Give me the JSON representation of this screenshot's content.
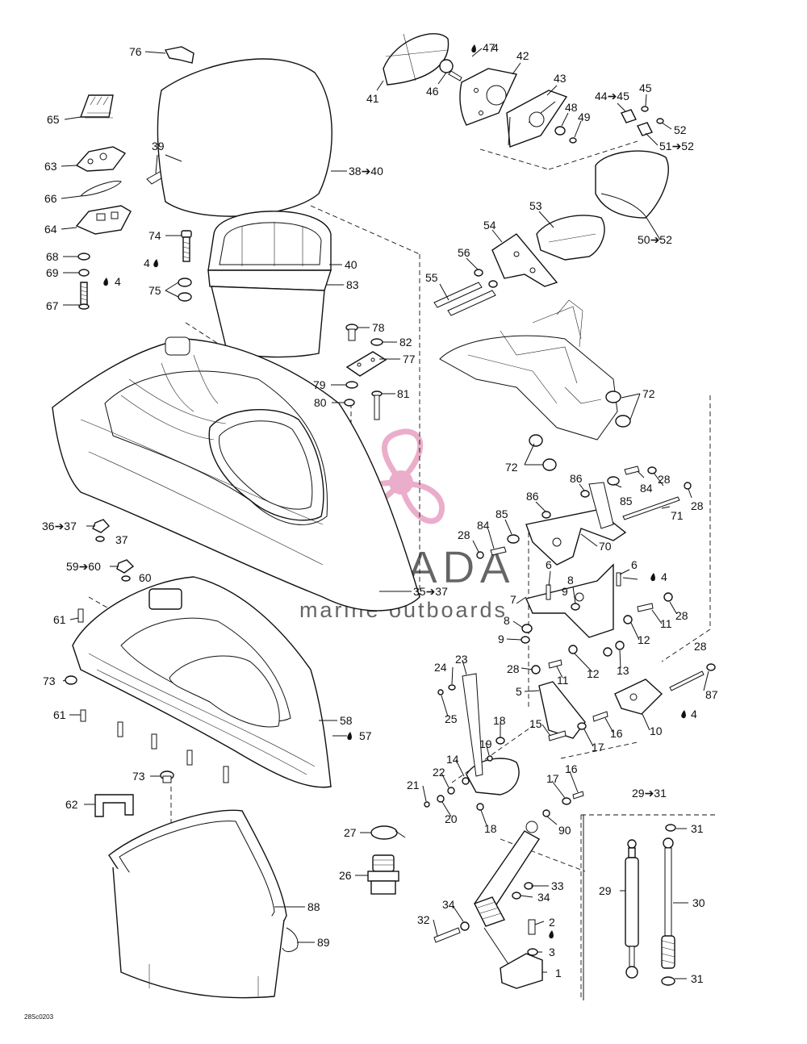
{
  "document": {
    "code": "28Sc0203"
  },
  "watermark": {
    "brand": "ARMADA",
    "tagline": "marine outboards",
    "color": "#e8a6c6",
    "text_color": "#555555"
  },
  "callouts": [
    {
      "id": "c1",
      "text": "1"
    },
    {
      "id": "c2",
      "text": "2"
    },
    {
      "id": "c3",
      "text": "3"
    },
    {
      "id": "c4a",
      "text": "4"
    },
    {
      "id": "c4b",
      "text": "4"
    },
    {
      "id": "c4c",
      "text": "4"
    },
    {
      "id": "c4d",
      "text": "4"
    },
    {
      "id": "c4e",
      "text": "4"
    },
    {
      "id": "c5",
      "text": "5"
    },
    {
      "id": "c6a",
      "text": "6"
    },
    {
      "id": "c6b",
      "text": "6"
    },
    {
      "id": "c7",
      "text": "7"
    },
    {
      "id": "c8a",
      "text": "8"
    },
    {
      "id": "c8b",
      "text": "8"
    },
    {
      "id": "c9a",
      "text": "9"
    },
    {
      "id": "c9b",
      "text": "9"
    },
    {
      "id": "c10",
      "text": "10"
    },
    {
      "id": "c11a",
      "text": "11"
    },
    {
      "id": "c11b",
      "text": "11"
    },
    {
      "id": "c12a",
      "text": "12"
    },
    {
      "id": "c12b",
      "text": "12"
    },
    {
      "id": "c13",
      "text": "13"
    },
    {
      "id": "c14",
      "text": "14"
    },
    {
      "id": "c15",
      "text": "15"
    },
    {
      "id": "c16a",
      "text": "16"
    },
    {
      "id": "c16b",
      "text": "16"
    },
    {
      "id": "c17a",
      "text": "17"
    },
    {
      "id": "c17b",
      "text": "17"
    },
    {
      "id": "c18a",
      "text": "18"
    },
    {
      "id": "c18b",
      "text": "18"
    },
    {
      "id": "c19",
      "text": "19"
    },
    {
      "id": "c20",
      "text": "20"
    },
    {
      "id": "c21",
      "text": "21"
    },
    {
      "id": "c22",
      "text": "22"
    },
    {
      "id": "c23",
      "text": "23"
    },
    {
      "id": "c24",
      "text": "24"
    },
    {
      "id": "c25",
      "text": "25"
    },
    {
      "id": "c26",
      "text": "26"
    },
    {
      "id": "c27",
      "text": "27"
    },
    {
      "id": "c28a",
      "text": "28"
    },
    {
      "id": "c28b",
      "text": "28"
    },
    {
      "id": "c28c",
      "text": "28"
    },
    {
      "id": "c28d",
      "text": "28"
    },
    {
      "id": "c28e",
      "text": "28"
    },
    {
      "id": "c28f",
      "text": "28"
    },
    {
      "id": "c29",
      "text": "29"
    },
    {
      "id": "c30",
      "text": "30"
    },
    {
      "id": "c31a",
      "text": "31"
    },
    {
      "id": "c31b",
      "text": "31"
    },
    {
      "id": "c32",
      "text": "32"
    },
    {
      "id": "c33",
      "text": "33"
    },
    {
      "id": "c34a",
      "text": "34"
    },
    {
      "id": "c34b",
      "text": "34"
    },
    {
      "id": "c39",
      "text": "39"
    },
    {
      "id": "c40",
      "text": "40"
    },
    {
      "id": "c41",
      "text": "41"
    },
    {
      "id": "c42",
      "text": "42"
    },
    {
      "id": "c43",
      "text": "43"
    },
    {
      "id": "c45",
      "text": "45"
    },
    {
      "id": "c46",
      "text": "46"
    },
    {
      "id": "c47",
      "text": "47"
    },
    {
      "id": "c48",
      "text": "48"
    },
    {
      "id": "c49",
      "text": "49"
    },
    {
      "id": "c52",
      "text": "52"
    },
    {
      "id": "c53",
      "text": "53"
    },
    {
      "id": "c54",
      "text": "54"
    },
    {
      "id": "c55",
      "text": "55"
    },
    {
      "id": "c56",
      "text": "56"
    },
    {
      "id": "c57",
      "text": "57"
    },
    {
      "id": "c58",
      "text": "58"
    },
    {
      "id": "c60",
      "text": "60"
    },
    {
      "id": "c61a",
      "text": "61"
    },
    {
      "id": "c61b",
      "text": "61"
    },
    {
      "id": "c62",
      "text": "62"
    },
    {
      "id": "c63",
      "text": "63"
    },
    {
      "id": "c64",
      "text": "64"
    },
    {
      "id": "c65",
      "text": "65"
    },
    {
      "id": "c66",
      "text": "66"
    },
    {
      "id": "c67",
      "text": "67"
    },
    {
      "id": "c68",
      "text": "68"
    },
    {
      "id": "c69",
      "text": "69"
    },
    {
      "id": "c70",
      "text": "70"
    },
    {
      "id": "c71",
      "text": "71"
    },
    {
      "id": "c72a",
      "text": "72"
    },
    {
      "id": "c72b",
      "text": "72"
    },
    {
      "id": "c73a",
      "text": "73"
    },
    {
      "id": "c73b",
      "text": "73"
    },
    {
      "id": "c74",
      "text": "74"
    },
    {
      "id": "c75",
      "text": "75"
    },
    {
      "id": "c76",
      "text": "76"
    },
    {
      "id": "c77",
      "text": "77"
    },
    {
      "id": "c78",
      "text": "78"
    },
    {
      "id": "c79",
      "text": "79"
    },
    {
      "id": "c80",
      "text": "80"
    },
    {
      "id": "c81",
      "text": "81"
    },
    {
      "id": "c82",
      "text": "82"
    },
    {
      "id": "c83",
      "text": "83"
    },
    {
      "id": "c84a",
      "text": "84"
    },
    {
      "id": "c84b",
      "text": "84"
    },
    {
      "id": "c85a",
      "text": "85"
    },
    {
      "id": "c85b",
      "text": "85"
    },
    {
      "id": "c86a",
      "text": "86"
    },
    {
      "id": "c86b",
      "text": "86"
    },
    {
      "id": "c87",
      "text": "87"
    },
    {
      "id": "c88",
      "text": "88"
    },
    {
      "id": "c89",
      "text": "89"
    },
    {
      "id": "c90",
      "text": "90"
    },
    {
      "id": "c37b",
      "text": "37"
    },
    {
      "id": "r3840",
      "text": "38➔40"
    },
    {
      "id": "r4445",
      "text": "44➔45"
    },
    {
      "id": "r5152",
      "text": "51➔52"
    },
    {
      "id": "r5052",
      "text": "50➔52"
    },
    {
      "id": "r3637",
      "text": "36➔37"
    },
    {
      "id": "r5960",
      "text": "59➔60"
    },
    {
      "id": "r3537",
      "text": "35➔37"
    },
    {
      "id": "r2931",
      "text": "29➔31"
    }
  ]
}
